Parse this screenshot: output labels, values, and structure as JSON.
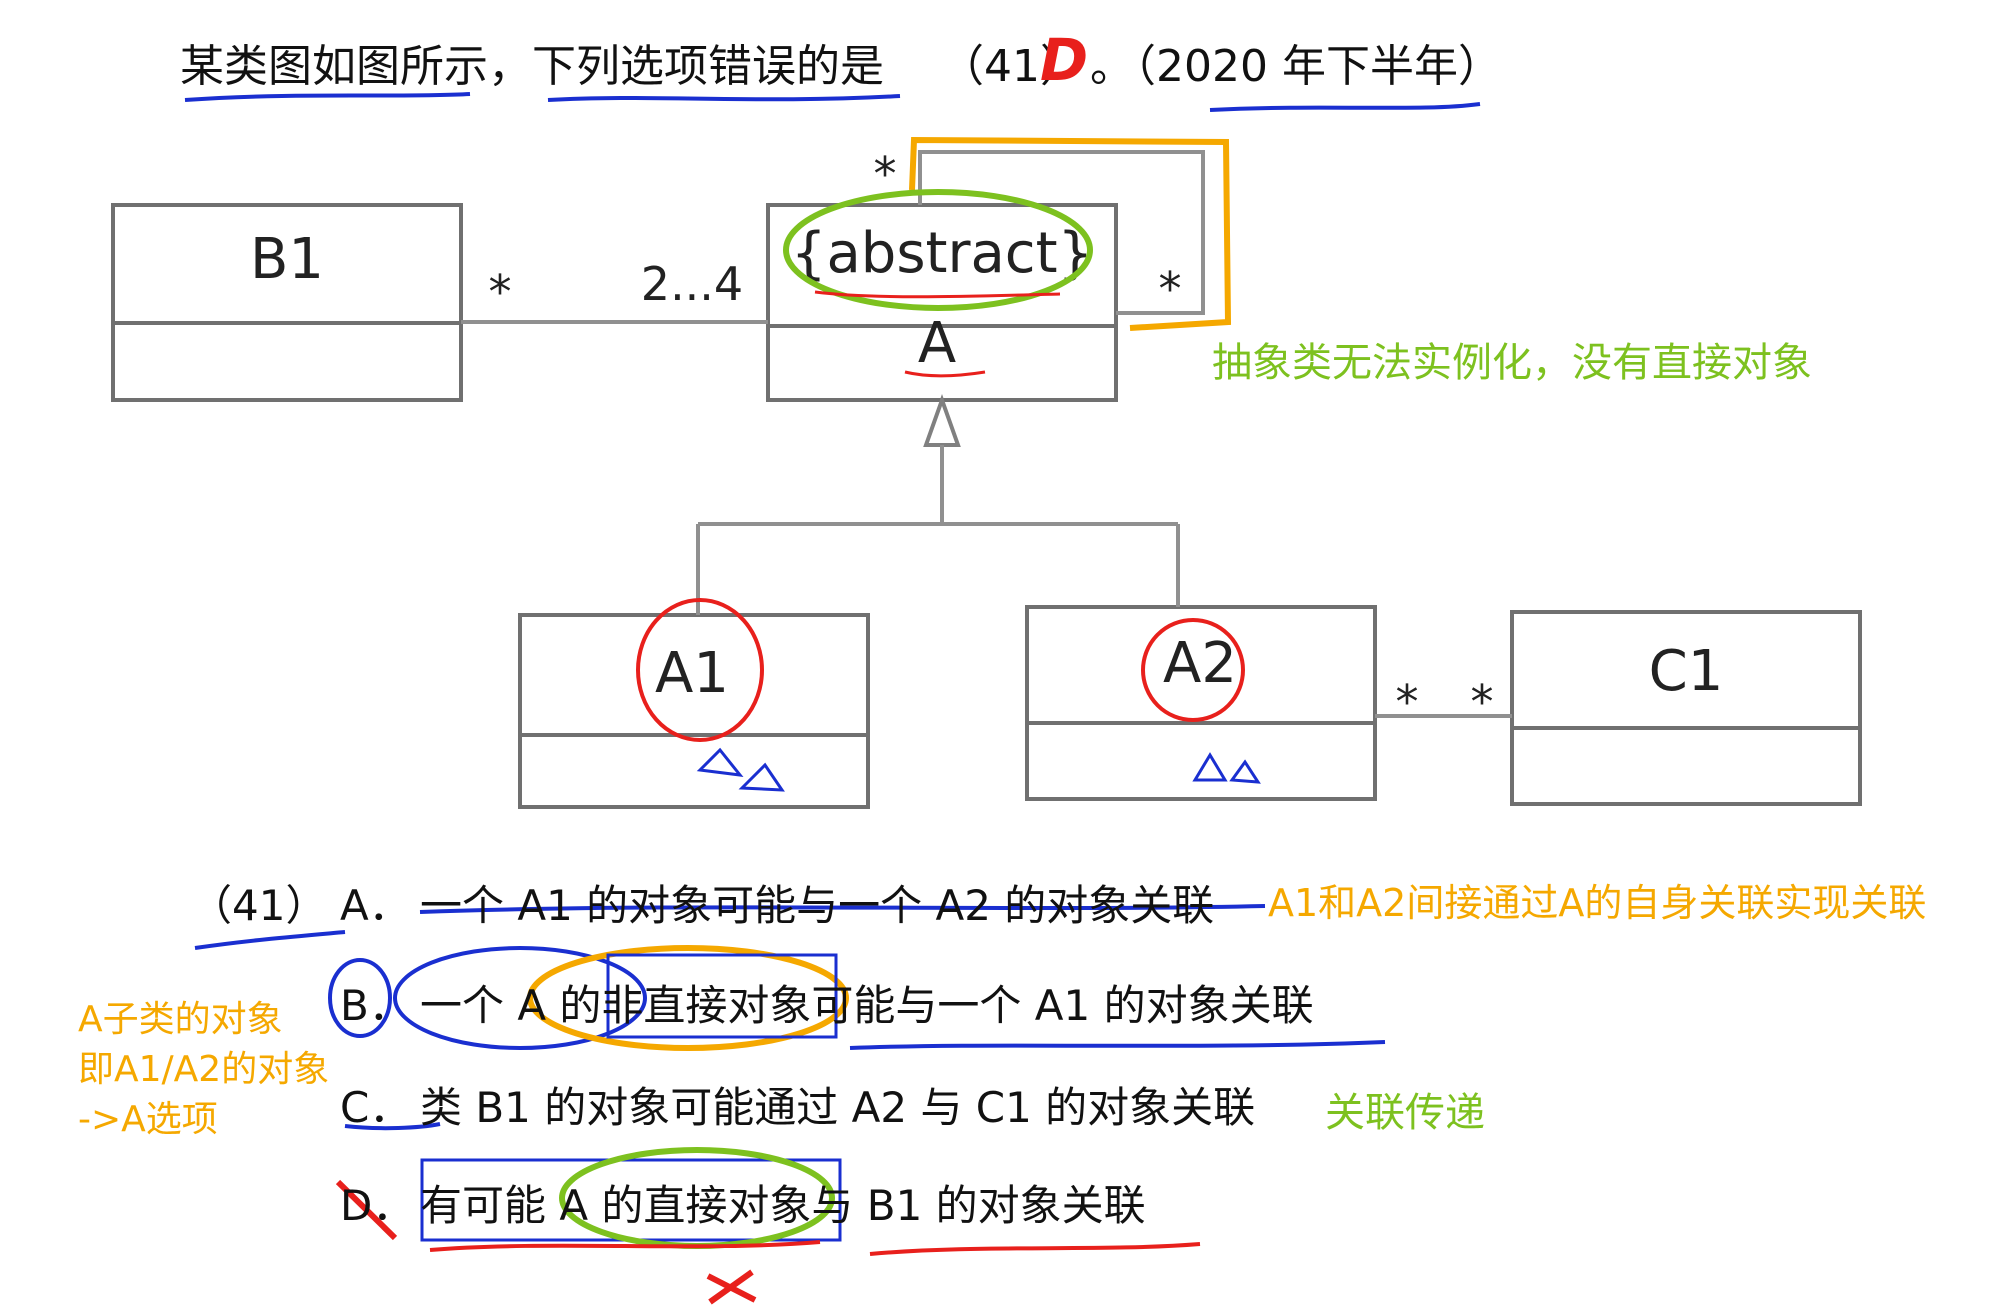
{
  "question": {
    "text": "某类图如图所示，下列选项错误的是",
    "blank": "（41）",
    "handwritten_answer": "D",
    "tail": "。（2020 年下半年）"
  },
  "diagram": {
    "classes": {
      "B1": "B1",
      "A_stereotype": "{abstract}",
      "A": "A",
      "A1": "A1",
      "A2": "A2",
      "C1": "C1"
    },
    "multiplicities": {
      "b1_side": "*",
      "a_side": "2...4",
      "self_top": "*",
      "self_right": "*",
      "a2_side": "*",
      "c1_side": "*"
    }
  },
  "notes": {
    "abstract": "抽象类无法实例化，没有直接对象",
    "opt_a": "A1和A2间接通过A的自身关联实现关联",
    "opt_b": [
      "A子类的对象",
      "即A1/A2的对象",
      "->A选项"
    ],
    "opt_c": "关联传递"
  },
  "options": {
    "number": "（41）",
    "A": {
      "letter": "A．",
      "text": "一个 A1 的对象可能与一个 A2 的对象关联"
    },
    "B": {
      "letter": "B．",
      "text": "一个 A 的非直接对象可能与一个 A1 的对象关联"
    },
    "C": {
      "letter": "C．",
      "text": "类 B1 的对象可能通过 A2 与 C1 的对象关联"
    },
    "D": {
      "letter": "D．",
      "text": "有可能 A 的直接对象与 B1 的对象关联"
    }
  },
  "colors": {
    "blue_ink": "#1a2fd0",
    "red_ink": "#e8201c",
    "green_ink": "#7dc11f",
    "orange_ink": "#f5a800",
    "box_stroke": "#707070"
  }
}
